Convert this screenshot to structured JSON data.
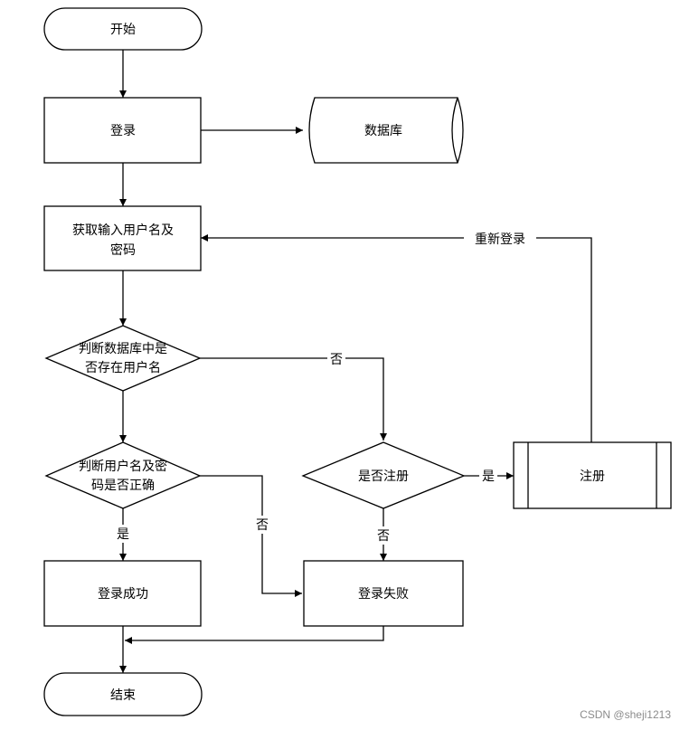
{
  "colors": {
    "stroke": "#000000",
    "fill": "#ffffff",
    "text": "#000000",
    "watermark": "#8c8c8c"
  },
  "nodes": {
    "start": "开始",
    "login": "登录",
    "database": "数据库",
    "get_input": [
      "获取输入用户名及",
      "密码"
    ],
    "check_user_exists": [
      "判断数据库中是",
      "否存在用户名"
    ],
    "check_password": [
      "判断用户名及密",
      "码是否正确"
    ],
    "is_registered": "是否注册",
    "register": "注册",
    "login_success": "登录成功",
    "login_failure": "登录失败",
    "end": "结束"
  },
  "edges": {
    "relogin": "重新登录",
    "no_user": "否",
    "yes_register": "是",
    "no_register": "否",
    "password_yes": "是",
    "password_no": "否"
  },
  "watermark": "CSDN @sheji1213"
}
